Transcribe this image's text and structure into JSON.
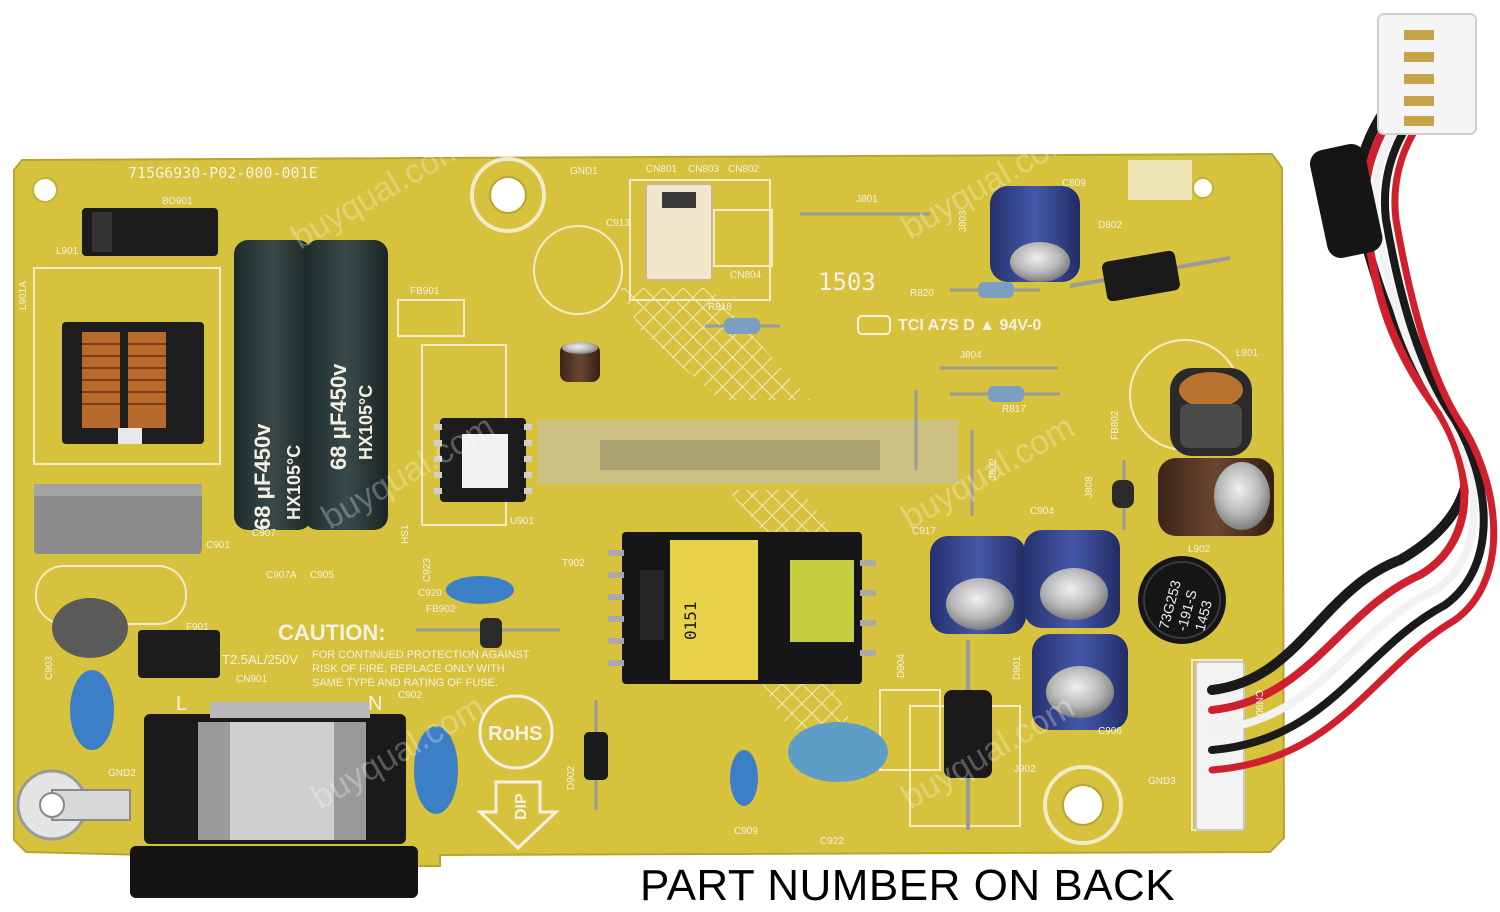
{
  "board": {
    "part_code": "715G6930-P02-000-001E",
    "caution_title": "CAUTION:",
    "caution_text_1": "FOR CONTINUED PROTECTION AGAINST",
    "caution_text_2": "RISK OF FIRE, REPLACE ONLY WITH",
    "caution_text_3": "SAME TYPE AND RATING OF FUSE.",
    "fuse_rating": "T2.5AL/250V",
    "ul_marking": "TCI A7S D ▲ 94V-0",
    "rohs": "RoHS",
    "dip": "DIP",
    "date_code": "1503",
    "cap_label": "68 μF450v",
    "cap_temp": "HX105°C",
    "transformer_label": "0151",
    "inductor_label_1": "73G253",
    "inductor_label_2": "-191-S",
    "inductor_label_3": "1453",
    "polarity_l": "L",
    "polarity_n": "N",
    "refs": {
      "bd901": "BD901",
      "l901": "L901",
      "l901a": "L901A",
      "c901": "C901",
      "c907": "C907",
      "c907a": "C907A",
      "c905": "C905",
      "fb901": "FB901",
      "u901": "U901",
      "hs1": "HS1",
      "c923": "C923",
      "c920": "C920",
      "fb902": "FB902",
      "f901": "F901",
      "c903": "C903",
      "cn901": "CN901",
      "c902": "C902",
      "gnd1": "GND1",
      "gnd2": "GND2",
      "gnd3": "GND3",
      "cn801": "CN801",
      "cn803": "CN803",
      "cn802": "CN802",
      "cn804": "CN804",
      "c913": "C913",
      "r818": "R818",
      "j801": "J801",
      "j803": "J803",
      "c809": "C809",
      "d802": "D802",
      "r820": "R820",
      "j804": "J804",
      "r817": "R817",
      "l801": "L801",
      "fb802": "FB802",
      "j802": "J802",
      "j808": "J808",
      "c904": "C904",
      "c917": "C917",
      "l902": "L902",
      "t902": "T902",
      "d904": "D904",
      "d901": "D901",
      "c906": "C906",
      "j902": "J902",
      "d902": "D902",
      "c909": "C909",
      "c922": "C922",
      "cn902": "CN902"
    }
  },
  "watermark": "buyqual.com",
  "caption": "PART NUMBER ON BACK",
  "colors": {
    "pcb": "#d6c23c",
    "pcb_edge": "#c7b23a",
    "silkscreen": "#f4f1e4",
    "capacitor_blue": "#2f3f8c",
    "y_cap_blue": "#3d7fc6",
    "wire_red": "#d0202e",
    "wire_black": "#1a1a1a",
    "wire_white": "#f2f2f2"
  }
}
